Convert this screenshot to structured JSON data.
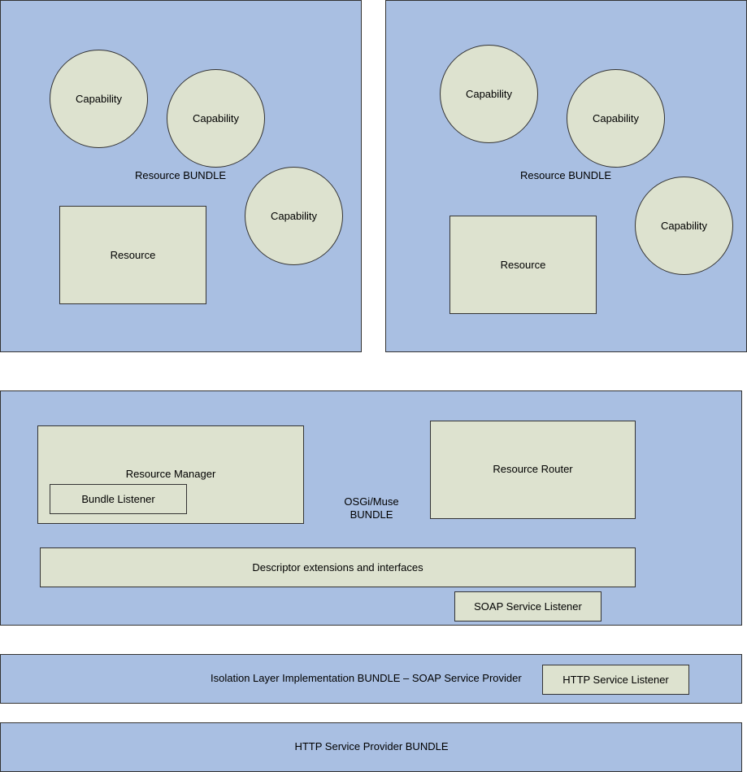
{
  "colors": {
    "bundle_fill": "#a9bfe2",
    "component_fill": "#dde2cf",
    "border": "#333333"
  },
  "resource_bundles": [
    {
      "label": "Resource BUNDLE",
      "resource": "Resource",
      "capabilities": [
        "Capability",
        "Capability",
        "Capability"
      ]
    },
    {
      "label": "Resource BUNDLE",
      "resource": "Resource",
      "capabilities": [
        "Capability",
        "Capability",
        "Capability"
      ]
    }
  ],
  "osgi_bundle": {
    "label_line1": "OSGi/Muse",
    "label_line2": "BUNDLE",
    "resource_manager": "Resource Manager",
    "bundle_listener": "Bundle Listener",
    "resource_router": "Resource Router",
    "descriptor": "Descriptor extensions and interfaces",
    "soap_listener": "SOAP Service Listener"
  },
  "isolation_bundle": {
    "label": "Isolation Layer Implementation BUNDLE – SOAP Service Provider",
    "http_listener": "HTTP Service Listener"
  },
  "http_bundle": {
    "label": "HTTP Service Provider BUNDLE"
  }
}
